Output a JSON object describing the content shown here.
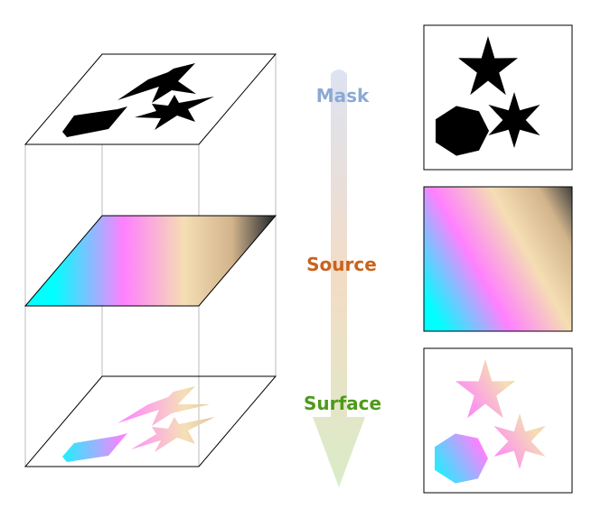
{
  "labels": {
    "mask": "Mask",
    "source": "Source",
    "surface": "Surface"
  },
  "colors": {
    "mask_label": "#8ba9d4",
    "source_label": "#c8641e",
    "surface_label": "#4f9a1a",
    "arrow_top": "#dde3f2",
    "arrow_mid": "#f3dcc6",
    "arrow_bottom": "#d9ecc8",
    "gradient_stops": [
      "#00ffff",
      "#ff80ff",
      "#f5deb3",
      "#d2b48c",
      "#2f3335"
    ],
    "shape_fill": "#000000",
    "stroke": "#000000",
    "guide_line": "#bbbbbb"
  }
}
